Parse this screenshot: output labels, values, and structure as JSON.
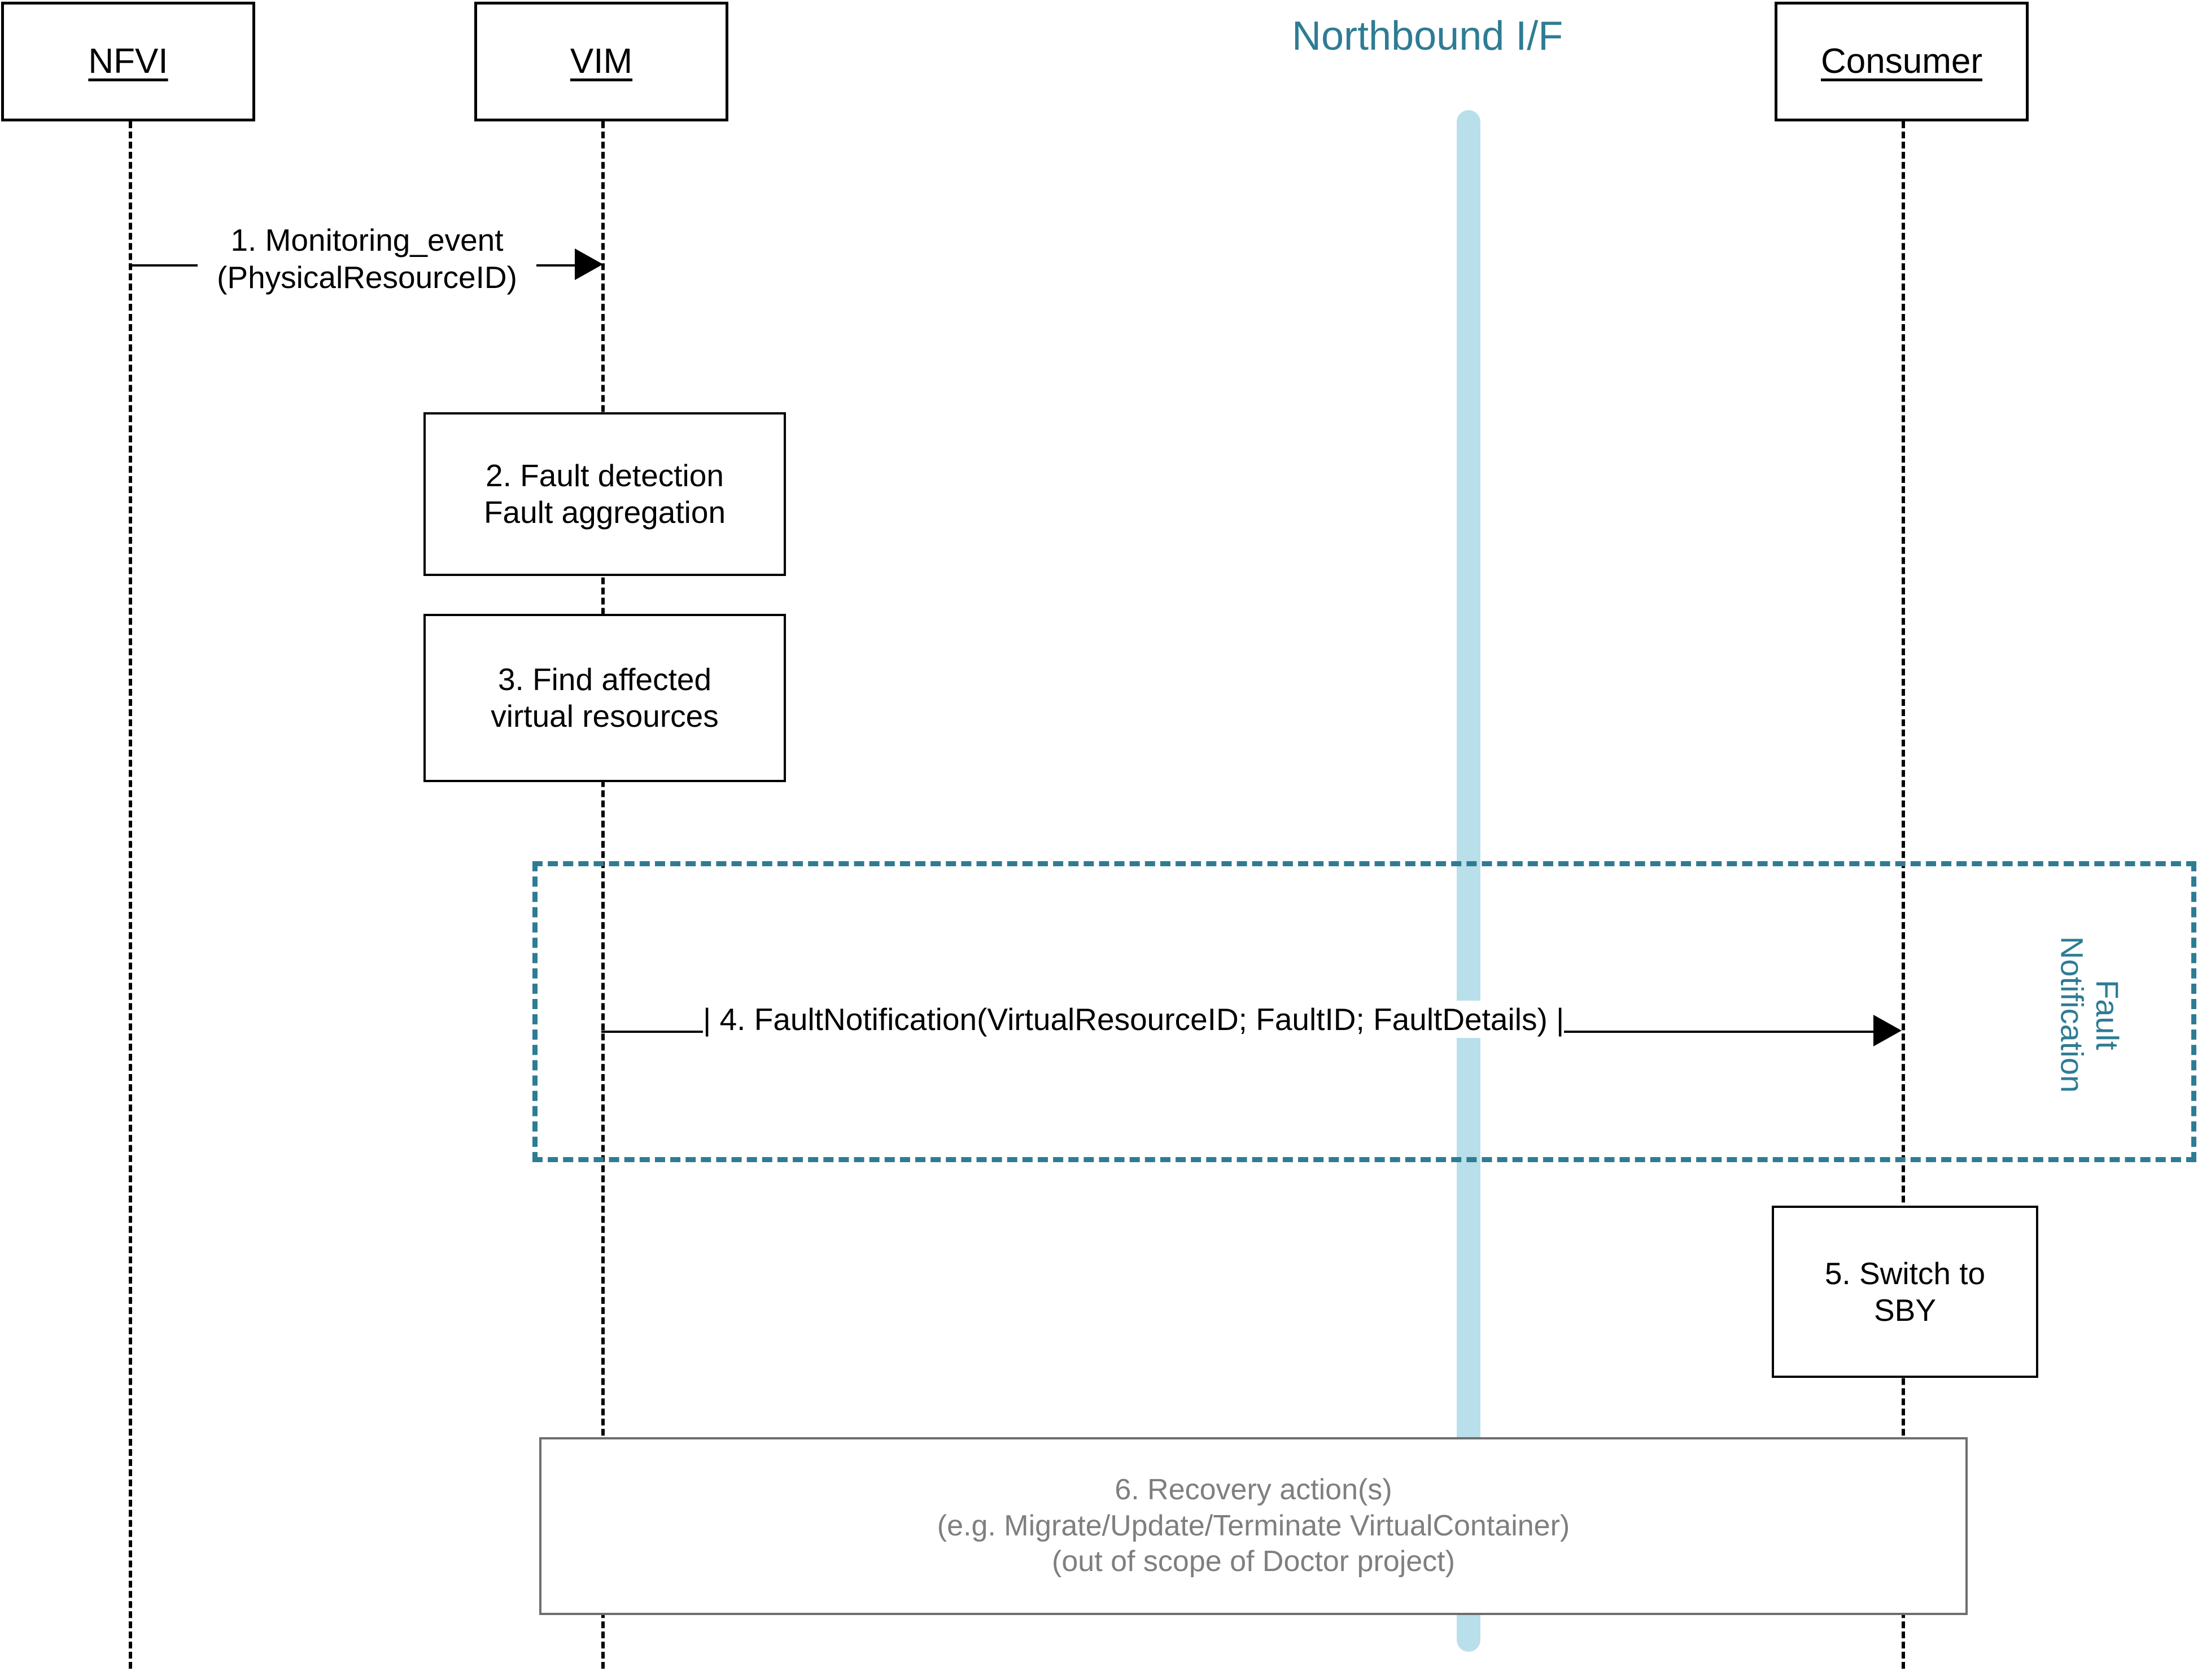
{
  "diagram": {
    "title": "Fault Notification sequence diagram",
    "colors": {
      "teal": "#2E7C93",
      "light_blue": "#B9DFEA",
      "black": "#000000",
      "grey_text": "#7F7F7F"
    }
  },
  "actors": [
    {
      "id": "nfvi",
      "label": "NFVI"
    },
    {
      "id": "vim",
      "label": "VIM"
    },
    {
      "id": "consumer",
      "label": "Consumer"
    }
  ],
  "interface": {
    "label": "Northbound I/F"
  },
  "messages": [
    {
      "id": "msg1",
      "number": "1.",
      "line1": "1. Monitoring_event",
      "line2": "(PhysicalResourceID)",
      "from": "NFVI",
      "to": "VIM"
    },
    {
      "id": "msg4",
      "number": "4.",
      "text": "| 4. FaultNotification(VirtualResourceID; FaultID; FaultDetails) |",
      "from": "VIM",
      "to": "Consumer"
    }
  ],
  "activities": [
    {
      "id": "act2",
      "owner": "VIM",
      "line1": "2. Fault detection",
      "line2": "Fault aggregation"
    },
    {
      "id": "act3",
      "owner": "VIM",
      "line1": "3. Find affected",
      "line2": "virtual resources"
    },
    {
      "id": "act5",
      "owner": "Consumer",
      "line1": "5. Switch to",
      "line2": "SBY"
    }
  ],
  "recovery_note": {
    "id": "act6",
    "line1": "6. Recovery action(s)",
    "line2": "(e.g. Migrate/Update/Terminate VirtualContainer)",
    "line3": "(out of scope of Doctor project)"
  },
  "fragment": {
    "id": "fault-notification-fragment",
    "label": "Fault Notification"
  }
}
